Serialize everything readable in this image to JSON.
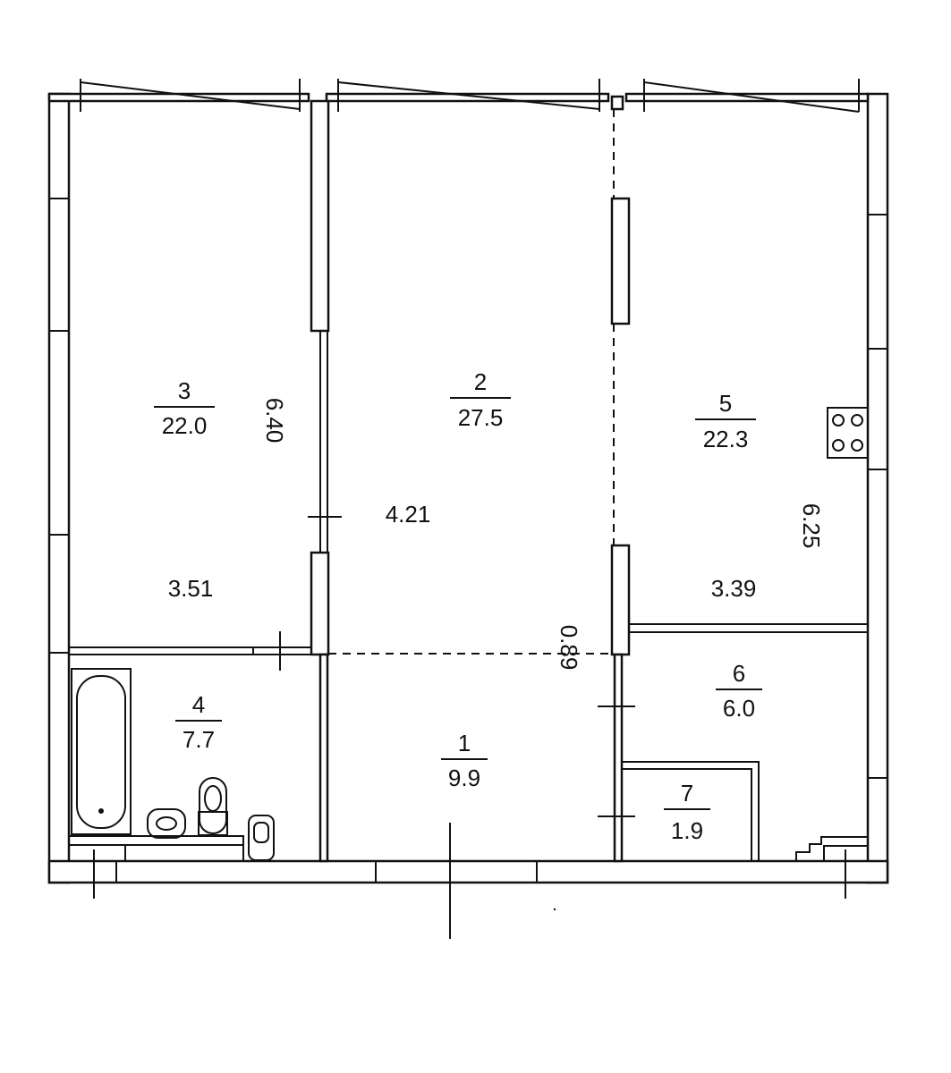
{
  "rooms": [
    {
      "number": "1",
      "area": "9.9"
    },
    {
      "number": "2",
      "area": "27.5"
    },
    {
      "number": "3",
      "area": "22.0"
    },
    {
      "number": "4",
      "area": "7.7"
    },
    {
      "number": "5",
      "area": "22.3"
    },
    {
      "number": "6",
      "area": "6.0"
    },
    {
      "number": "7",
      "area": "1.9"
    }
  ],
  "dimensions": {
    "room3_height": "6.40",
    "room3_width": "3.51",
    "room2_width": "4.21",
    "room5_height": "6.25",
    "room5_width": "3.39",
    "hall_opening": "0.89"
  }
}
